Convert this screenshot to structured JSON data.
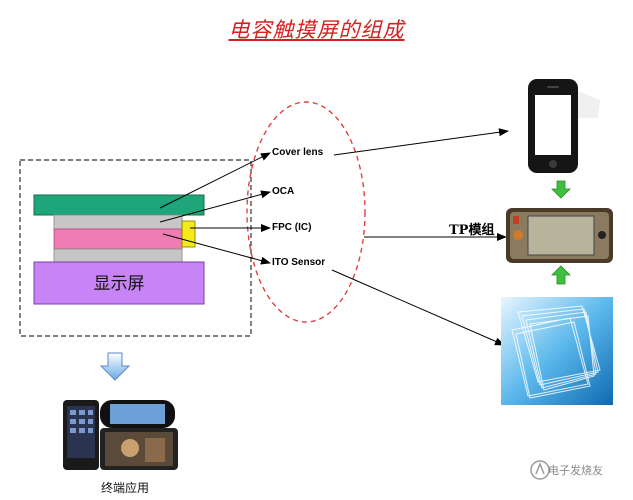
{
  "title": "电容触摸屏的组成",
  "layers": {
    "display_label": "显示屏"
  },
  "callouts": [
    {
      "label": "Cover lens"
    },
    {
      "label": "OCA"
    },
    {
      "label": "FPC (IC)"
    },
    {
      "label": "ITO Sensor"
    }
  ],
  "tp_module_label": "TP模组",
  "end_application_label": "终端应用",
  "watermark": "电子发烧友",
  "colors": {
    "title": "#d22222",
    "cover_lens": "#1ea67a",
    "oca": "#c6c6c6",
    "sensor": "#f07cb4",
    "fpc": "#f4ea18",
    "display": "#c884f6",
    "ellipse": "#e04040",
    "green_arrow": "#3fbf3f",
    "blue_arrow": "#7fb4e8"
  },
  "icons": [
    "phone-front-panel-icon",
    "tp-module-icon",
    "glass-sheets-icon",
    "devices-icon",
    "down-arrow-icon",
    "up-arrow-icon",
    "watermark-logo-icon"
  ]
}
